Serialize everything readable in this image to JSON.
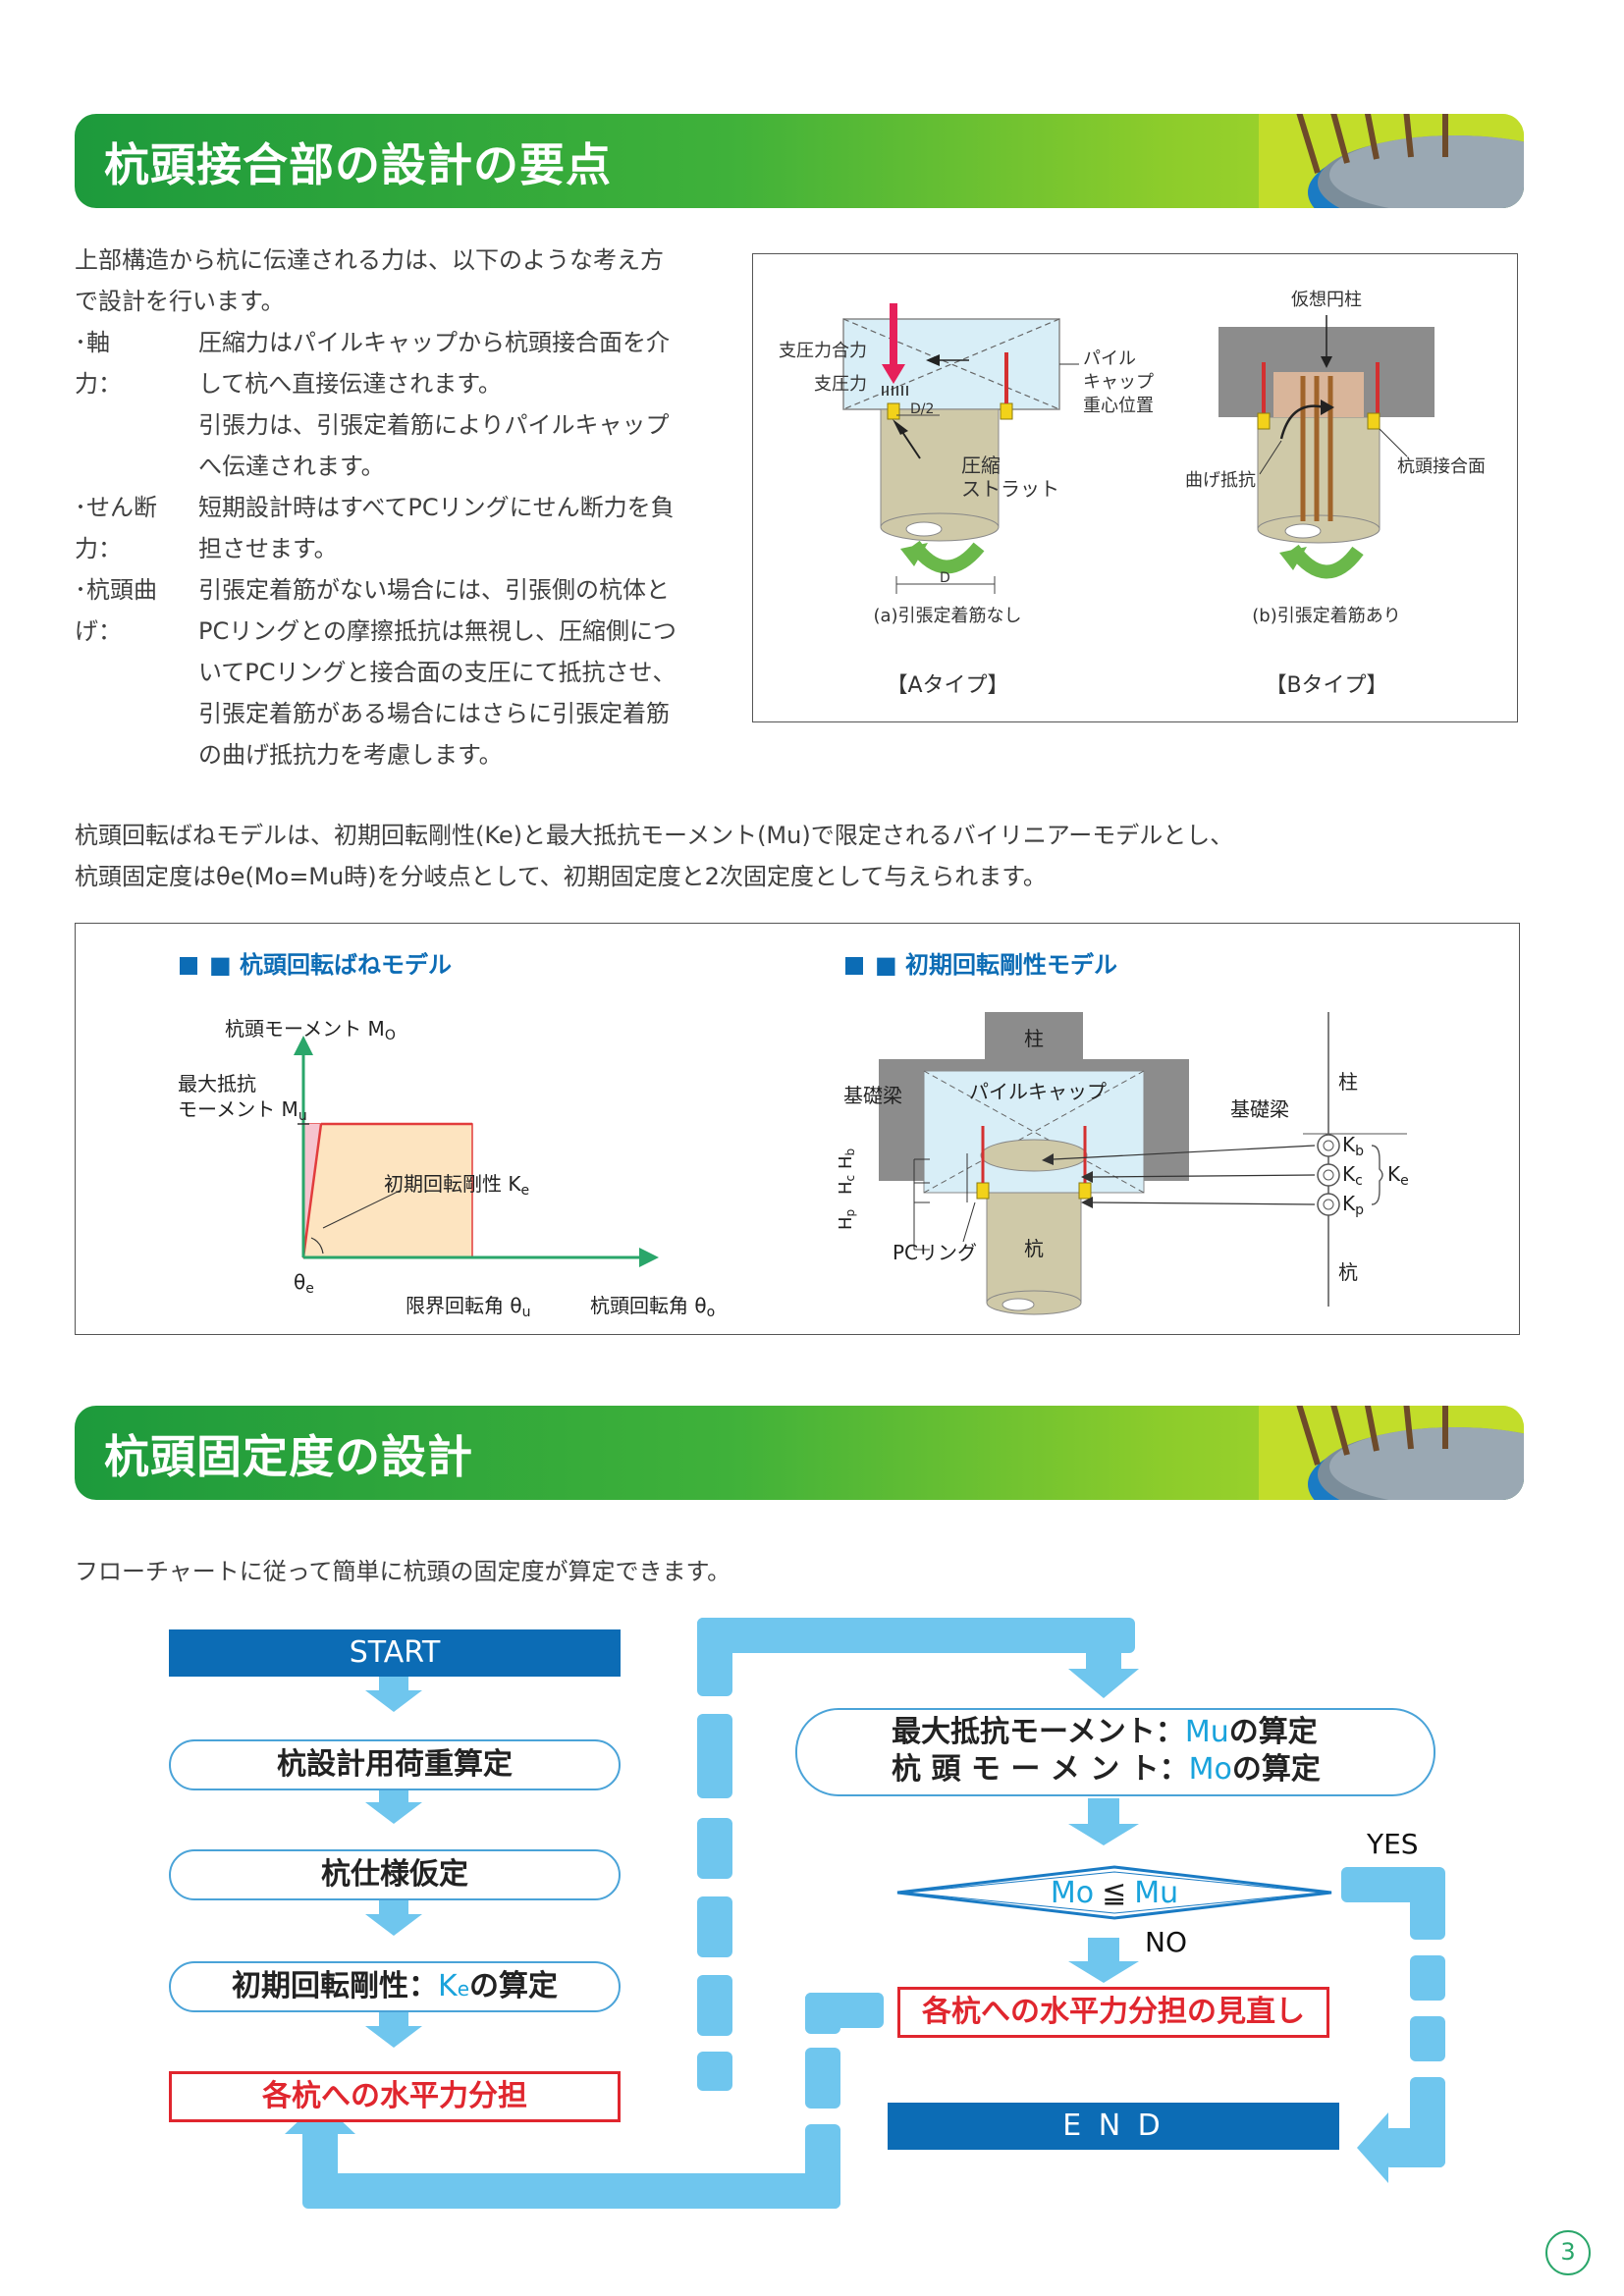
{
  "section1": {
    "title": "杭頭接合部の設計の要点",
    "intro": [
      "上部構造から杭に伝達される力は、以下のような考え方",
      "で設計を行います。"
    ],
    "items": [
      {
        "label": "･軸　　力：",
        "lines": [
          "圧縮力はパイルキャップから杭頭接合面を介",
          "して杭へ直接伝達されます。",
          "引張力は、引張定着筋によりパイルキャップ",
          "へ伝達されます。"
        ]
      },
      {
        "label": "･せん断力：",
        "lines": [
          "短期設計時はすべてPCリングにせん断力を負",
          "担させます。"
        ]
      },
      {
        "label": "･杭頭曲げ：",
        "lines": [
          "引張定着筋がない場合には、引張側の杭体と",
          "PCリングとの摩擦抵抗は無視し、圧縮側につ",
          "いてPCリングと接合面の支圧にて抵抗させ、",
          "引張定着筋がある場合にはさらに引張定着筋",
          "の曲げ抵抗力を考慮します。"
        ]
      }
    ],
    "figure": {
      "a_labels": [
        "支圧力合力",
        "支圧力",
        "D/2",
        "D",
        "パイル",
        "キャップ",
        "重心位置",
        "圧縮",
        "ストラット"
      ],
      "a_caption": "(a)引張定着筋なし",
      "a_type": "【Aタイプ】",
      "b_labels": [
        "仮想円柱",
        "曲げ抵抗",
        "杭頭接合面"
      ],
      "b_caption": "(b)引張定着筋あり",
      "b_type": "【Bタイプ】"
    },
    "para2": [
      "杭頭回転ばねモデルは、初期回転剛性(Ke)と最大抵抗モーメント(Mu)で限定されるバイリニアーモデルとし、",
      "杭頭固定度はθe(Mo=Mu時)を分岐点として、初期固定度と2次固定度として与えられます。"
    ],
    "model_left": {
      "heading": "■ 杭頭回転ばねモデル",
      "y_axis": "杭頭モーメント M",
      "y_axis_sub": "O",
      "max_label_1": "最大抵抗",
      "max_label_2": "モーメント M",
      "max_label_sub": "u",
      "stiffness": "初期回転剛性 K",
      "stiffness_sub": "e",
      "theta_e": "θ",
      "theta_e_sub": "e",
      "limit_angle": "限界回転角 θ",
      "limit_angle_sub": "u",
      "head_angle": "杭頭回転角 θ",
      "head_angle_sub": "o"
    },
    "model_right": {
      "heading": "■ 初期回転剛性モデル",
      "column": "柱",
      "beam_left": "基礎梁",
      "cap": "パイルキャップ",
      "beam_right": "基礎梁",
      "pile": "杭",
      "pc_ring": "PCリング",
      "side_column": "柱",
      "side_pile": "杭",
      "kb": "K",
      "kb_sub": "b",
      "kc": "K",
      "kc_sub": "c",
      "kp": "K",
      "kp_sub": "p",
      "ke": "K",
      "ke_sub": "e",
      "hb": "H",
      "hb_sub": "b",
      "hc": "H",
      "hc_sub": "c",
      "hp": "H",
      "hp_sub": "p"
    }
  },
  "section2": {
    "title": "杭頭固定度の設計",
    "intro": "フローチャートに従って簡単に杭頭の固定度が算定できます。",
    "flow": {
      "start": "START",
      "step1": "杭設計用荷重算定",
      "step2": "杭仕様仮定",
      "step3_a": "初期回転剛性：",
      "step3_k": "K",
      "step3_sub": "e",
      "step3_b": "の算定",
      "step4": "各杭への水平力分担",
      "step5_l1_a": "最大抵抗モーメント：",
      "step5_l1_m": "Mu",
      "step5_l1_b": "の算定",
      "step5_l2_a": "杭 頭 モ ー メ ン ト：",
      "step5_l2_m": "Mo",
      "step5_l2_b": "の算定",
      "decision_a": "Mo",
      "decision_op": "≦",
      "decision_b": "Mu",
      "yes": "YES",
      "no": "NO",
      "revise": "各杭への水平力分担の見直し",
      "end": "E N D"
    }
  },
  "page_number": "3",
  "colors": {
    "green": "#3fb13a",
    "blue": "#0c6cb5",
    "light_blue": "#6fc6ee",
    "red": "#e0262e"
  }
}
